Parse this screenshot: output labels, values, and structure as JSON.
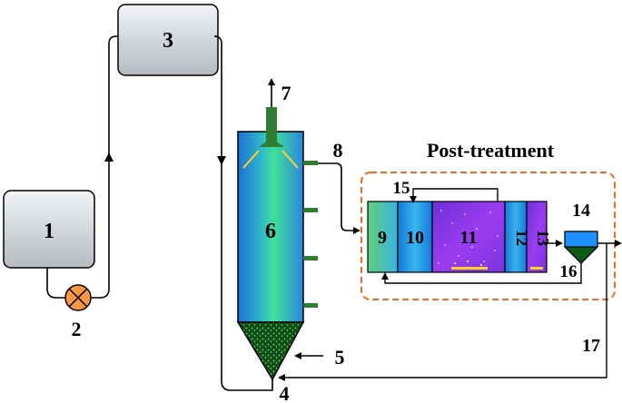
{
  "labels": {
    "n1": "1",
    "n2": "2",
    "n3": "3",
    "n4": "4",
    "n5": "5",
    "n6": "6",
    "n7": "7",
    "n8": "8",
    "n9": "9",
    "n10": "10",
    "n11": "11",
    "n12": "12",
    "n13": "13",
    "n14": "14",
    "n15": "15",
    "n16": "16",
    "n17": "17"
  },
  "post_treatment": {
    "title": "Post-treatment"
  },
  "colors": {
    "tank_gray": "#d9dde2",
    "pump_orange": "#f79646",
    "reactor_blue": "#2f8be0",
    "reactor_green": "#3ddc8a",
    "sludge": "#0f5a1a",
    "port_green": "#2e7d32",
    "dashed_border": "#f26b21",
    "aerobic_purple": "#8a2be2",
    "settler_blue": "#1e90ff",
    "aeration_yellow": "#ffd21f"
  }
}
